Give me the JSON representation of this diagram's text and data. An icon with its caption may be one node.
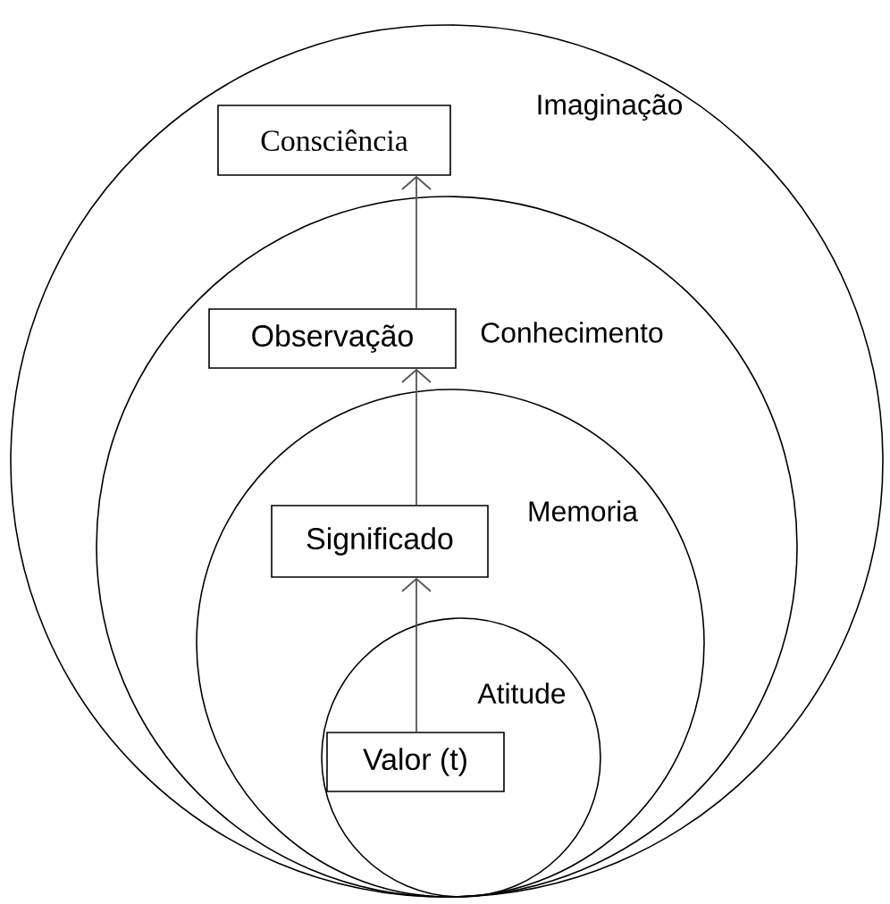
{
  "diagram": {
    "nodes": [
      {
        "text": [
          "Imaginação"
        ]
      },
      {
        "text": [
          "Consciência"
        ],
        "in": 0
      },
      {
        "text": [
          "Conhecimento"
        ],
        "in": 0
      },
      {
        "text": [
          "Observação"
        ],
        "in": 2
      },
      {
        "text": [
          "Memoria"
        ],
        "in": 2
      },
      {
        "text": [
          "Significado"
        ],
        "in": 4
      },
      {
        "text": [
          "Atitude"
        ],
        "in": 4
      },
      {
        "text": [
          "Valor (t)"
        ],
        "in": 6
      }
    ],
    "edges": [
      {
        "from": 7,
        "to": 5,
        "arrow": "to"
      },
      {
        "from": 5,
        "to": 3,
        "arrow": "to"
      },
      {
        "from": 3,
        "to": 1,
        "arrow": "to"
      }
    ]
  }
}
